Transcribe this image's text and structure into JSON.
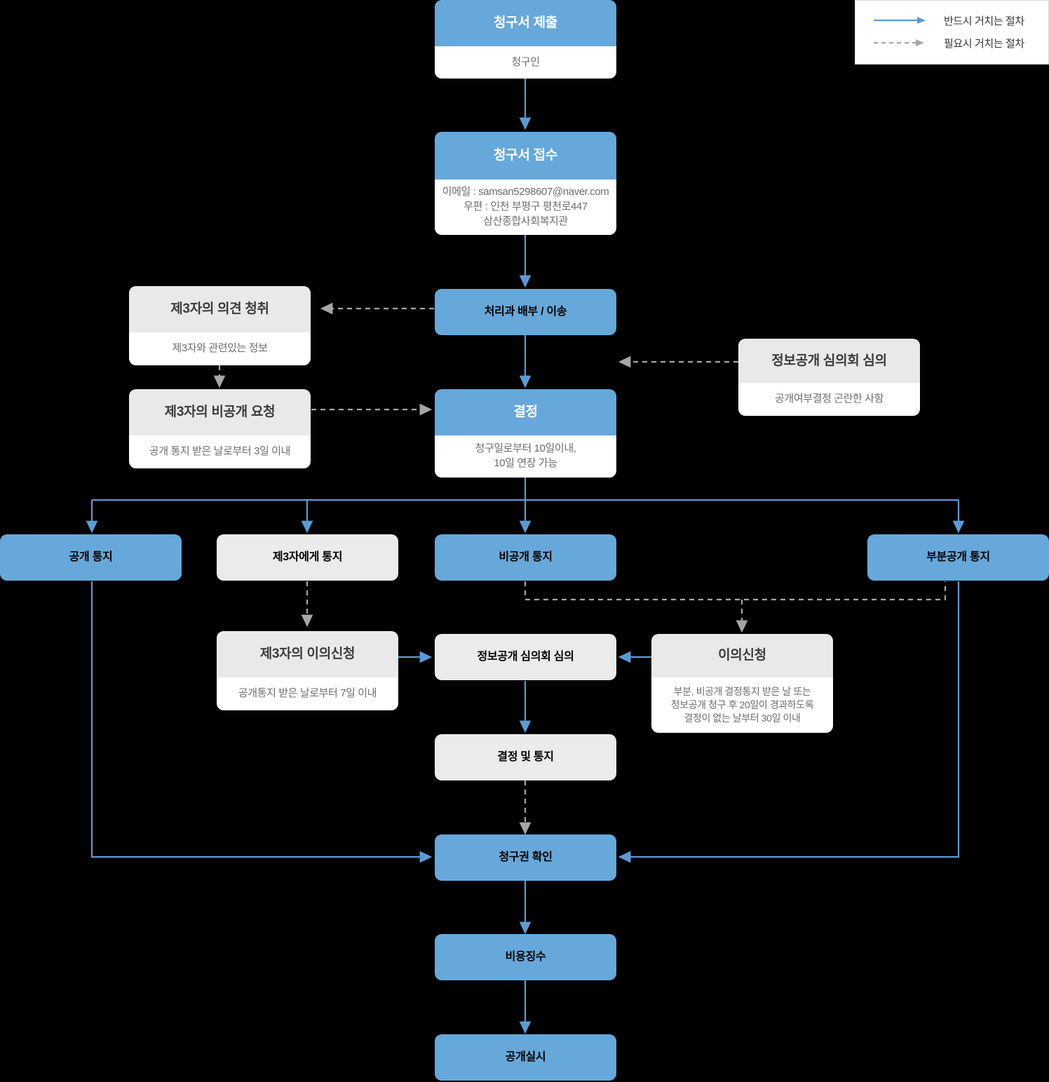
{
  "legend": {
    "title": "flow-legend",
    "items": [
      {
        "style": "solid",
        "color": "#5b9bd5",
        "label": "반드시 거치는 절차"
      },
      {
        "style": "dashed",
        "color": "#9a9a9a",
        "label": "필요시 거치는 절차"
      }
    ]
  },
  "colors": {
    "blue": "#66a8da",
    "grey_head": "#e9e9e9",
    "grey_fill": "#ebebeb",
    "white": "#ffffff",
    "edge_solid": "#5b9bd5",
    "edge_dashed": "#9a9a9a",
    "background": "#000000"
  },
  "nodes": {
    "submit": {
      "title": "청구서 제출",
      "detail": "청구인"
    },
    "receive": {
      "title": "청구서 접수",
      "detail_lines": [
        "이메일 : samsan5298607@naver.com",
        "우편 : 인천 부평구 평천로447",
        "삼산종합사회복지관"
      ]
    },
    "distribute": {
      "title": "처리과 배부 / 이송"
    },
    "third_party_opinion": {
      "title": "제3자의 의견 청취",
      "detail": "제3자와 관련있는 정보"
    },
    "third_party_nondisclosure": {
      "title": "제3자의 비공개 요청",
      "detail": "공개 통지 받은 날로부터 3일 이내"
    },
    "committee_review_top": {
      "title": "정보공개 심의회 심의",
      "detail": "공개여부결정 곤란한 사항"
    },
    "decision": {
      "title": "결정",
      "detail_lines": [
        "청구일로부터 10일이내,",
        "10일 연장 가능"
      ]
    },
    "notice_open": {
      "title": "공개 통지"
    },
    "notice_third_party": {
      "title": "제3자에게 통지"
    },
    "notice_closed": {
      "title": "비공개 통지"
    },
    "notice_partial": {
      "title": "부분공개 통지"
    },
    "third_party_appeal": {
      "title": "제3자의 이의신청",
      "detail": "공개통지 받은 날로부터 7일 이내"
    },
    "committee_review_mid": {
      "title": "정보공개 심의회 심의"
    },
    "appeal": {
      "title": "이의신청",
      "detail_lines": [
        "부분, 비공개 결정통지 받은 날 또는",
        "정보공개 청구 후 20일이 경과하도록",
        "결정이 없는 날부터 30일 이내"
      ]
    },
    "decision_notice": {
      "title": "결정 및 통지"
    },
    "confirm_right": {
      "title": "청구권 확인"
    },
    "fee": {
      "title": "비용징수"
    },
    "disclose": {
      "title": "공개실시"
    }
  }
}
